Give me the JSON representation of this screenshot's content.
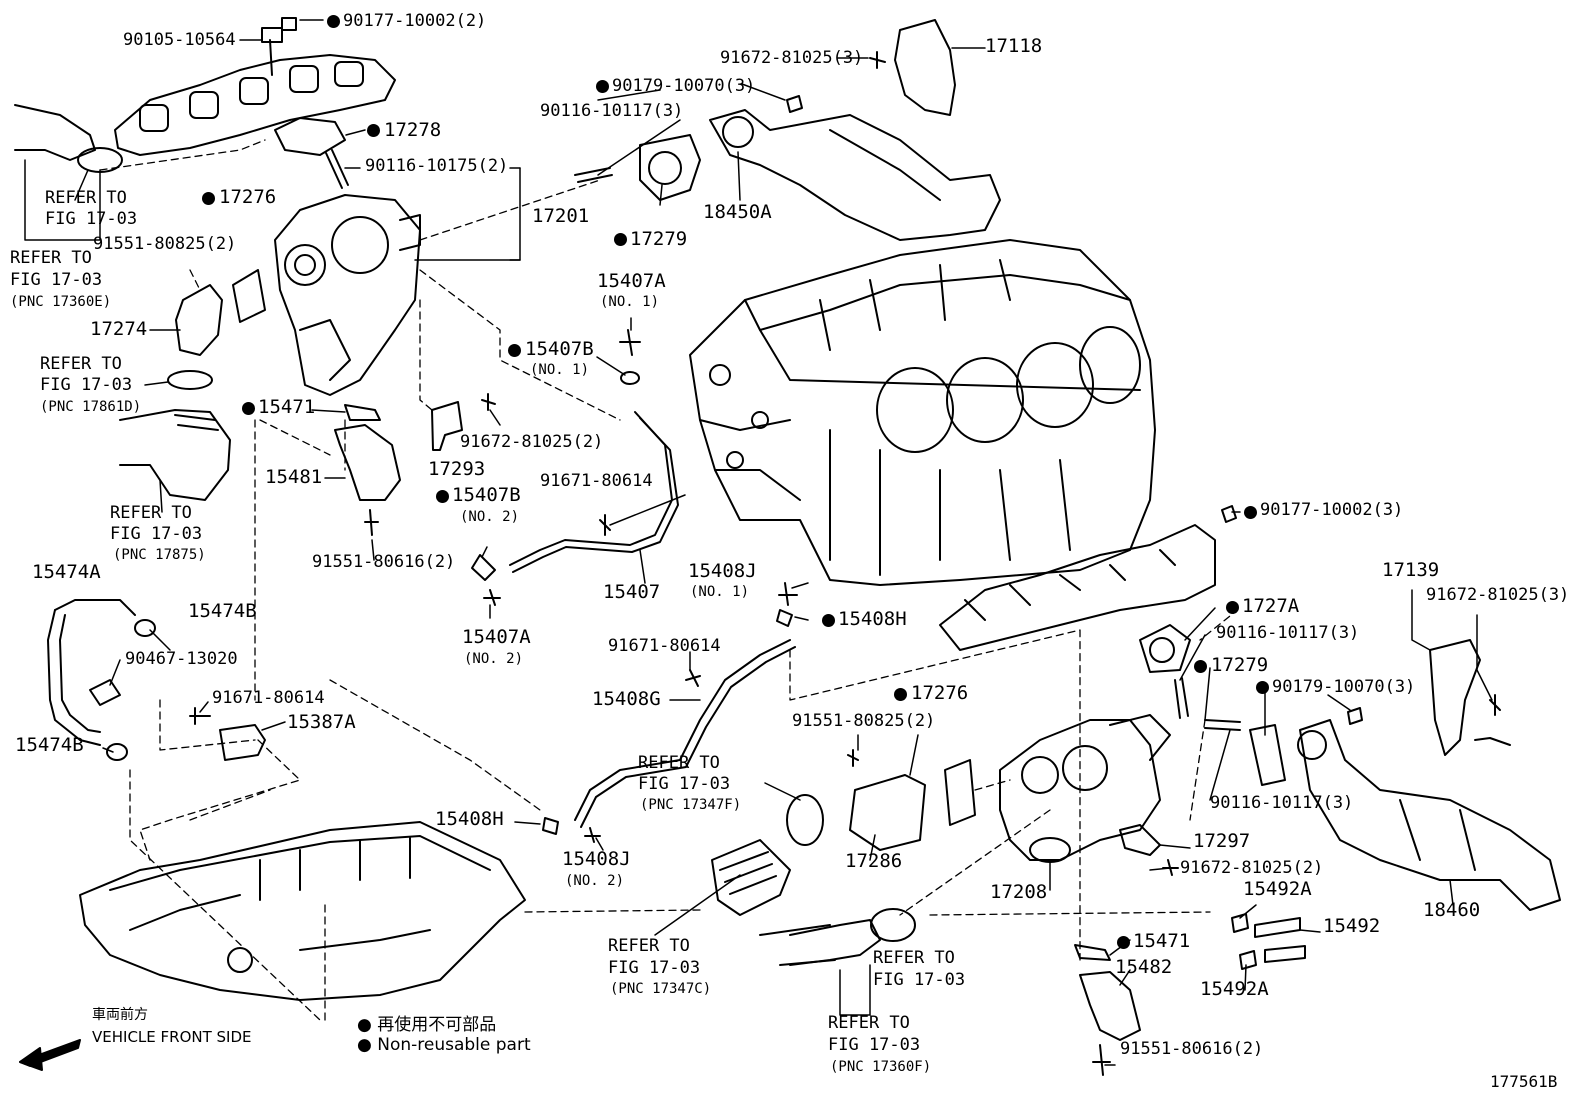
{
  "diagram_id": "177561B",
  "legend": {
    "jp_marker": "● 再使用不可部品",
    "en_marker": "● Non-reusable part",
    "front_jp": "車両前方",
    "front_en": "VEHICLE FRONT SIDE"
  },
  "labels": {
    "p90105_10564": "90105-10564",
    "p90177_10002_2": "90177-10002(2)",
    "p91672_81025_3_top": "91672-81025(3)",
    "p17118": "17118",
    "p90179_10070_3_top": "90179-10070(3)",
    "p90116_10117_3_top": "90116-10117(3)",
    "p17278": "17278",
    "p90116_10175_2": "90116-10175(2)",
    "p17276_top": "17276",
    "p17201": "17201",
    "p17279_top": "17279",
    "p18450A": "18450A",
    "ref_fig_a_1": "REFER TO",
    "ref_fig_a_2": "FIG 17-03",
    "ref_fig_b_1": "REFER TO",
    "ref_fig_b_2": "FIG 17-03",
    "ref_fig_b_3": "(PNC 17360E)",
    "p91551_80825_2_top": "91551-80825(2)",
    "p17274": "17274",
    "ref_fig_c_1": "REFER TO",
    "ref_fig_c_2": "FIG 17-03",
    "ref_fig_c_3": "(PNC 17861D)",
    "p15407A_top": "15407A",
    "p15407A_top_no": "(NO. 1)",
    "p15407B_top": "15407B",
    "p15407B_top_no": "(NO. 1)",
    "p15471_top": "15471",
    "p91672_81025_2_top": "91672-81025(2)",
    "p17293": "17293",
    "p15481": "15481",
    "p15407B_mid": "15407B",
    "p15407B_mid_no": "(NO. 2)",
    "p91671_80614_top": "91671-80614",
    "ref_fig_d_1": "REFER TO",
    "ref_fig_d_2": "FIG 17-03",
    "ref_fig_d_3": "(PNC 17875)",
    "p91551_80616_2_top": "91551-80616(2)",
    "p15407": "15407",
    "p15408J_top": "15408J",
    "p15408J_top_no": "(NO. 1)",
    "p90177_10002_3": "90177-10002(3)",
    "p15474A": "15474A",
    "p15474B_top": "15474B",
    "p15407A_bot": "15407A",
    "p15407A_bot_no": "(NO. 2)",
    "p15408H_top": "15408H",
    "p1727A": "1727A",
    "p17139": "17139",
    "p91672_81025_3_right": "91672-81025(3)",
    "p90116_10117_3_mid": "90116-10117(3)",
    "p90467_13020": "90467-13020",
    "p91671_80614_mid": "91671-80614",
    "p17279_right": "17279",
    "p90179_10070_3_right": "90179-10070(3)",
    "p17276_bot": "17276",
    "p91671_80614_low": "91671-80614",
    "p15387A": "15387A",
    "p15408G": "15408G",
    "p91551_80825_2_bot": "91551-80825(2)",
    "p15474B_bot": "15474B",
    "ref_fig_e_1": "REFER TO",
    "ref_fig_e_2": "FIG 17-03",
    "ref_fig_e_3": "(PNC 17347F)",
    "p90116_10117_3_bot": "90116-10117(3)",
    "p15408H_bot": "15408H",
    "p17297": "17297",
    "p15408J_bot": "15408J",
    "p15408J_bot_no": "(NO. 2)",
    "p17286": "17286",
    "p91672_81025_2_bot": "91672-81025(2)",
    "p17208": "17208",
    "p15492A_top": "15492A",
    "p18460": "18460",
    "p15492": "15492",
    "ref_fig_f_1": "REFER TO",
    "ref_fig_f_2": "FIG 17-03",
    "ref_fig_f_3": "(PNC 17347C)",
    "ref_fig_g_1": "REFER TO",
    "ref_fig_g_2": "FIG 17-03",
    "p15471_bot": "15471",
    "p15482": "15482",
    "p15492A_bot": "15492A",
    "ref_fig_h_1": "REFER TO",
    "ref_fig_h_2": "FIG 17-03",
    "ref_fig_h_3": "(PNC 17360F)",
    "p91551_80616_2_bot": "91551-80616(2)"
  }
}
